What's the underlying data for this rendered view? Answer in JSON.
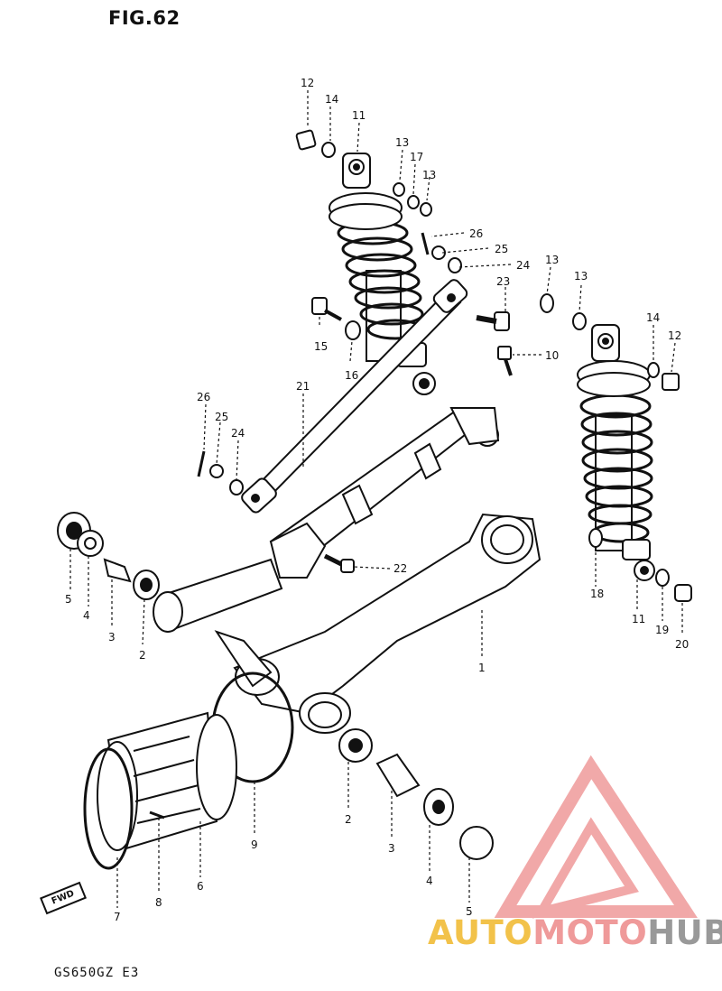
{
  "figure": {
    "title": "FIG.62",
    "model_code": "GS650GZ E3",
    "fwd_marker": "FWD"
  },
  "watermark": {
    "part1": "AUTO",
    "part2": "MOTO",
    "part3": "HUB",
    "color_a": "#f2c24a",
    "color_b": "#ef9a9a",
    "color_c": "#999999",
    "logo": "triangle-logo"
  },
  "callouts": {
    "c1": "1",
    "c2a": "2",
    "c2b": "2",
    "c3a": "3",
    "c3b": "3",
    "c4a": "4",
    "c4b": "4",
    "c5a": "5",
    "c5b": "5",
    "c6": "6",
    "c7": "7",
    "c8": "8",
    "c9": "9",
    "c10": "10",
    "c11a": "11",
    "c11b": "11",
    "c12a": "12",
    "c12b": "12",
    "c13a": "13",
    "c13b": "13",
    "c13c": "13",
    "c13d": "13",
    "c14a": "14",
    "c14b": "14",
    "c15": "15",
    "c16": "16",
    "c17": "17",
    "c18": "18",
    "c19": "19",
    "c20": "20",
    "c21": "21",
    "c22": "22",
    "c23": "23",
    "c24a": "24",
    "c24b": "24",
    "c25a": "25",
    "c25b": "25",
    "c26a": "26",
    "c26b": "26"
  }
}
